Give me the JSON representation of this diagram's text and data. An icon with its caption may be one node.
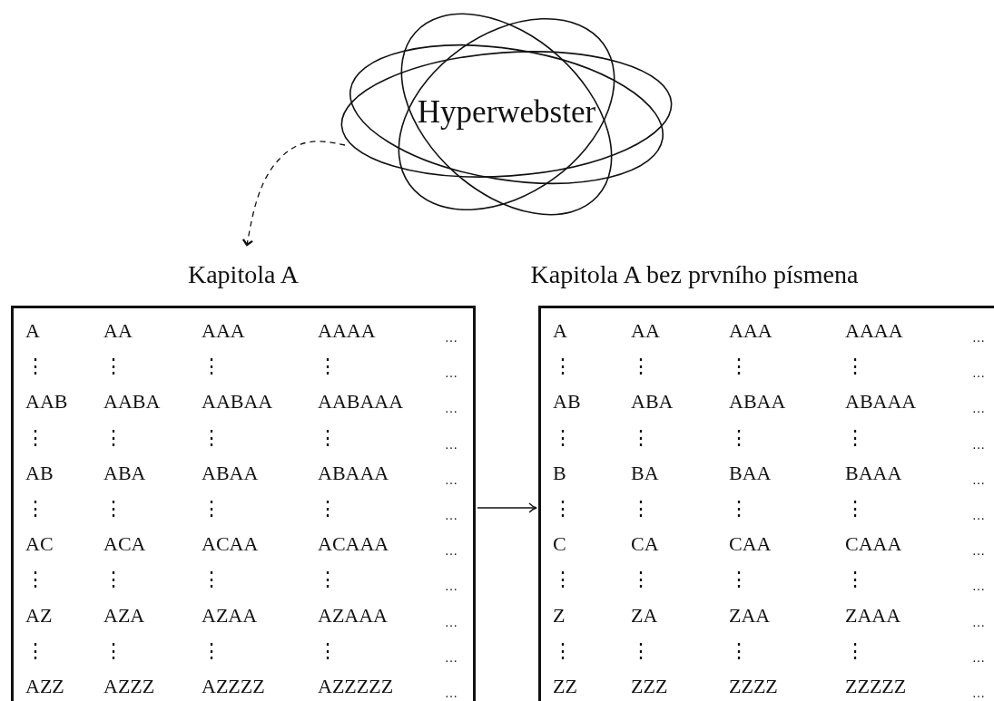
{
  "diagram": {
    "nodes": [
      {
        "text": [
          "Hyperwebster"
        ]
      },
      {
        "text": [
          "Kapitola A"
        ]
      },
      {
        "text": [
          "Kapitola A bez prvního písmena"
        ]
      }
    ],
    "edges": [
      {
        "from": 0,
        "to": 1,
        "arrow": "to",
        "style": "dashed"
      },
      {
        "from": 1,
        "to": 2,
        "arrow": "to"
      }
    ],
    "labels": [
      "A",
      "AA",
      "AAA",
      "AAAA",
      "…",
      "⋮",
      "⋮",
      "⋮",
      "⋮",
      "…",
      "AAB",
      "AABA",
      "AABAA",
      "AABAAA",
      "…",
      "⋮",
      "⋮",
      "⋮",
      "⋮",
      "…",
      "AB",
      "ABA",
      "ABAA",
      "ABAAA",
      "…",
      "⋮",
      "⋮",
      "⋮",
      "⋮",
      "…",
      "AC",
      "ACA",
      "ACAA",
      "ACAAA",
      "…",
      "⋮",
      "⋮",
      "⋮",
      "⋮",
      "…",
      "AZ",
      "AZA",
      "AZAA",
      "AZAAA",
      "…",
      "⋮",
      "⋮",
      "⋮",
      "⋮",
      "…",
      "AZZ",
      "AZZZ",
      "AZZZZ",
      "AZZZZZ",
      "…",
      "A",
      "AA",
      "AAA",
      "AAAA",
      "…",
      "⋮",
      "⋮",
      "⋮",
      "⋮",
      "…",
      "AB",
      "ABA",
      "ABAA",
      "ABAAA",
      "…",
      "⋮",
      "⋮",
      "⋮",
      "⋮",
      "…",
      "B",
      "BA",
      "BAA",
      "BAAA",
      "…",
      "⋮",
      "⋮",
      "⋮",
      "⋮",
      "…",
      "C",
      "CA",
      "CAA",
      "CAAA",
      "…",
      "⋮",
      "⋮",
      "⋮",
      "⋮",
      "…",
      "Z",
      "ZA",
      "ZAA",
      "ZAAA",
      "…",
      "⋮",
      "⋮",
      "⋮",
      "⋮",
      "…",
      "ZZ",
      "ZZZ",
      "ZZZZ",
      "ZZZZZ",
      "…"
    ]
  }
}
